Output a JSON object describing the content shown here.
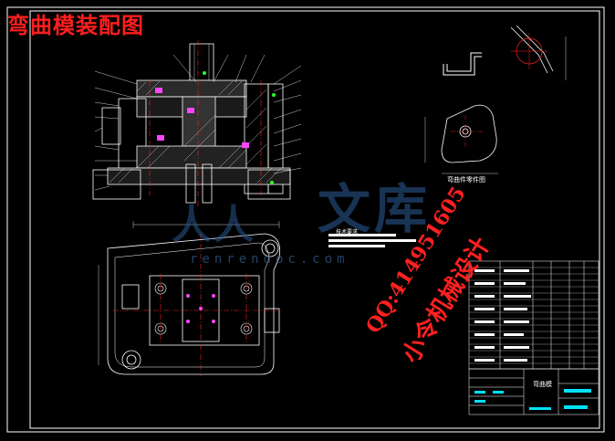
{
  "drawing": {
    "title": "弯曲模装配图",
    "parts_caption": "弯曲件零件图",
    "tech_note": "技术要求",
    "titleblock_name": "弯曲模"
  },
  "watermark": {
    "left_text": "人人",
    "right_text": "文库",
    "url": "renrendoc.com",
    "qq": "QQ:414951605",
    "signature": "小令机械设计"
  },
  "colors": {
    "background": "#000000",
    "line_white": "#ffffff",
    "line_red": "#ff2020",
    "line_cyan": "#00e0ff",
    "title_red": "#ff1e1e",
    "watermark_blue": "#28558c"
  }
}
